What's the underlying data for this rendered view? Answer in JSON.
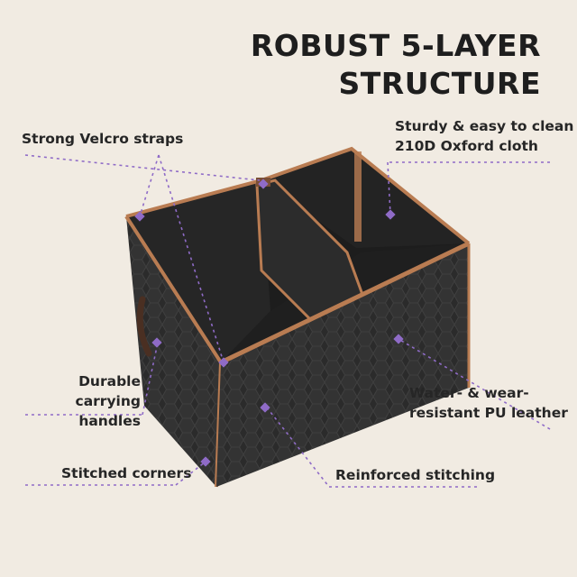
{
  "title": {
    "line1": "ROBUST 5-LAYER",
    "line2": "STRUCTURE"
  },
  "features": {
    "velcro": "Strong Velcro straps",
    "oxford_line1": "Sturdy & easy to clean",
    "oxford_line2": "210D Oxford cloth",
    "handles_line1": "Durable carrying",
    "handles_line2": "handles",
    "leather_line1": "Water- & wear-",
    "leather_line2": "resistant PU leather",
    "corners": "Stitched corners",
    "stitching": "Reinforced stitching"
  },
  "colors": {
    "background": "#f1ebe2",
    "accent": "#8f6bc7",
    "box": "#2a2a2a",
    "trim": "#b97c52"
  }
}
